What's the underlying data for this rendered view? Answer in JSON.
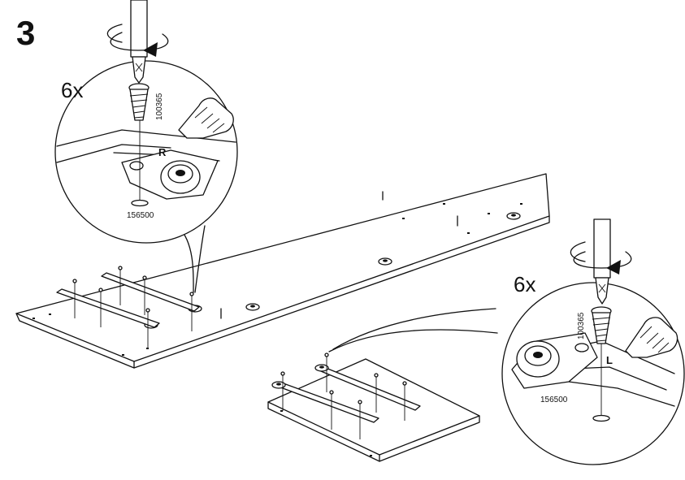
{
  "step_number": "3",
  "callout_top": {
    "quantity": "6x",
    "screw_part": "100365",
    "hinge_part": "156500",
    "side_mark": "R"
  },
  "callout_bottom": {
    "quantity": "6x",
    "screw_part": "100365",
    "hinge_part": "156500",
    "side_mark": "L"
  },
  "icons": [
    "screwdriver-icon",
    "rotation-arrow-icon",
    "screw-icon",
    "hand-press-icon",
    "hinge-plate-icon",
    "panel-icon"
  ]
}
